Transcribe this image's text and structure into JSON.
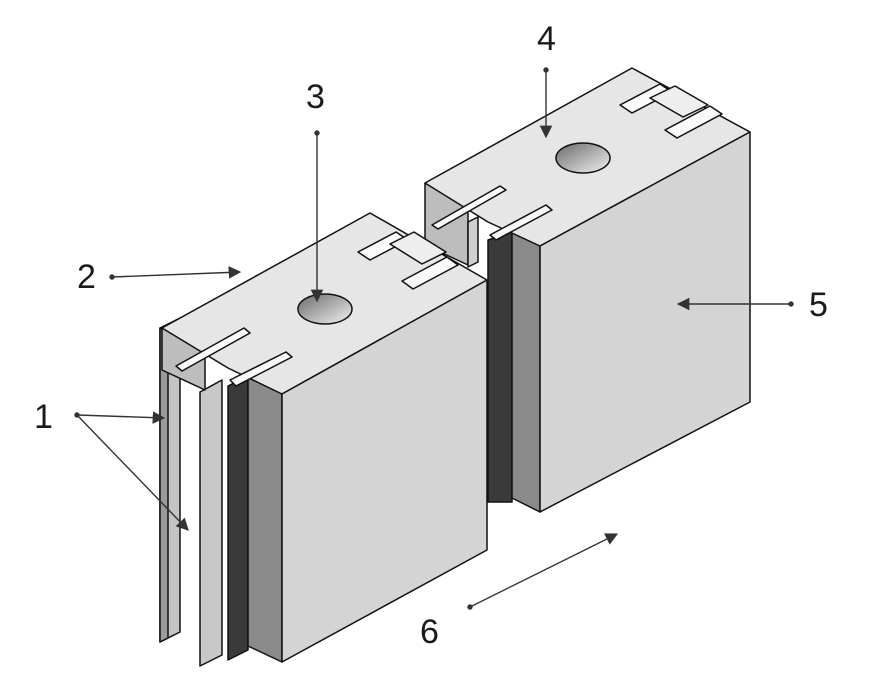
{
  "diagram": {
    "callouts": [
      {
        "id": "1",
        "text": "1"
      },
      {
        "id": "2",
        "text": "2"
      },
      {
        "id": "3",
        "text": "3"
      },
      {
        "id": "4",
        "text": "4"
      },
      {
        "id": "5",
        "text": "5"
      },
      {
        "id": "6",
        "text": "6"
      }
    ]
  },
  "colors": {
    "face_light": "#d4d4d4",
    "face_top": "#e6e6e6",
    "face_mid": "#bdbdbd",
    "face_dark": "#8a8a8a",
    "face_darkest": "#3a3a3a",
    "stroke": "#111111",
    "arrow": "#333333"
  }
}
